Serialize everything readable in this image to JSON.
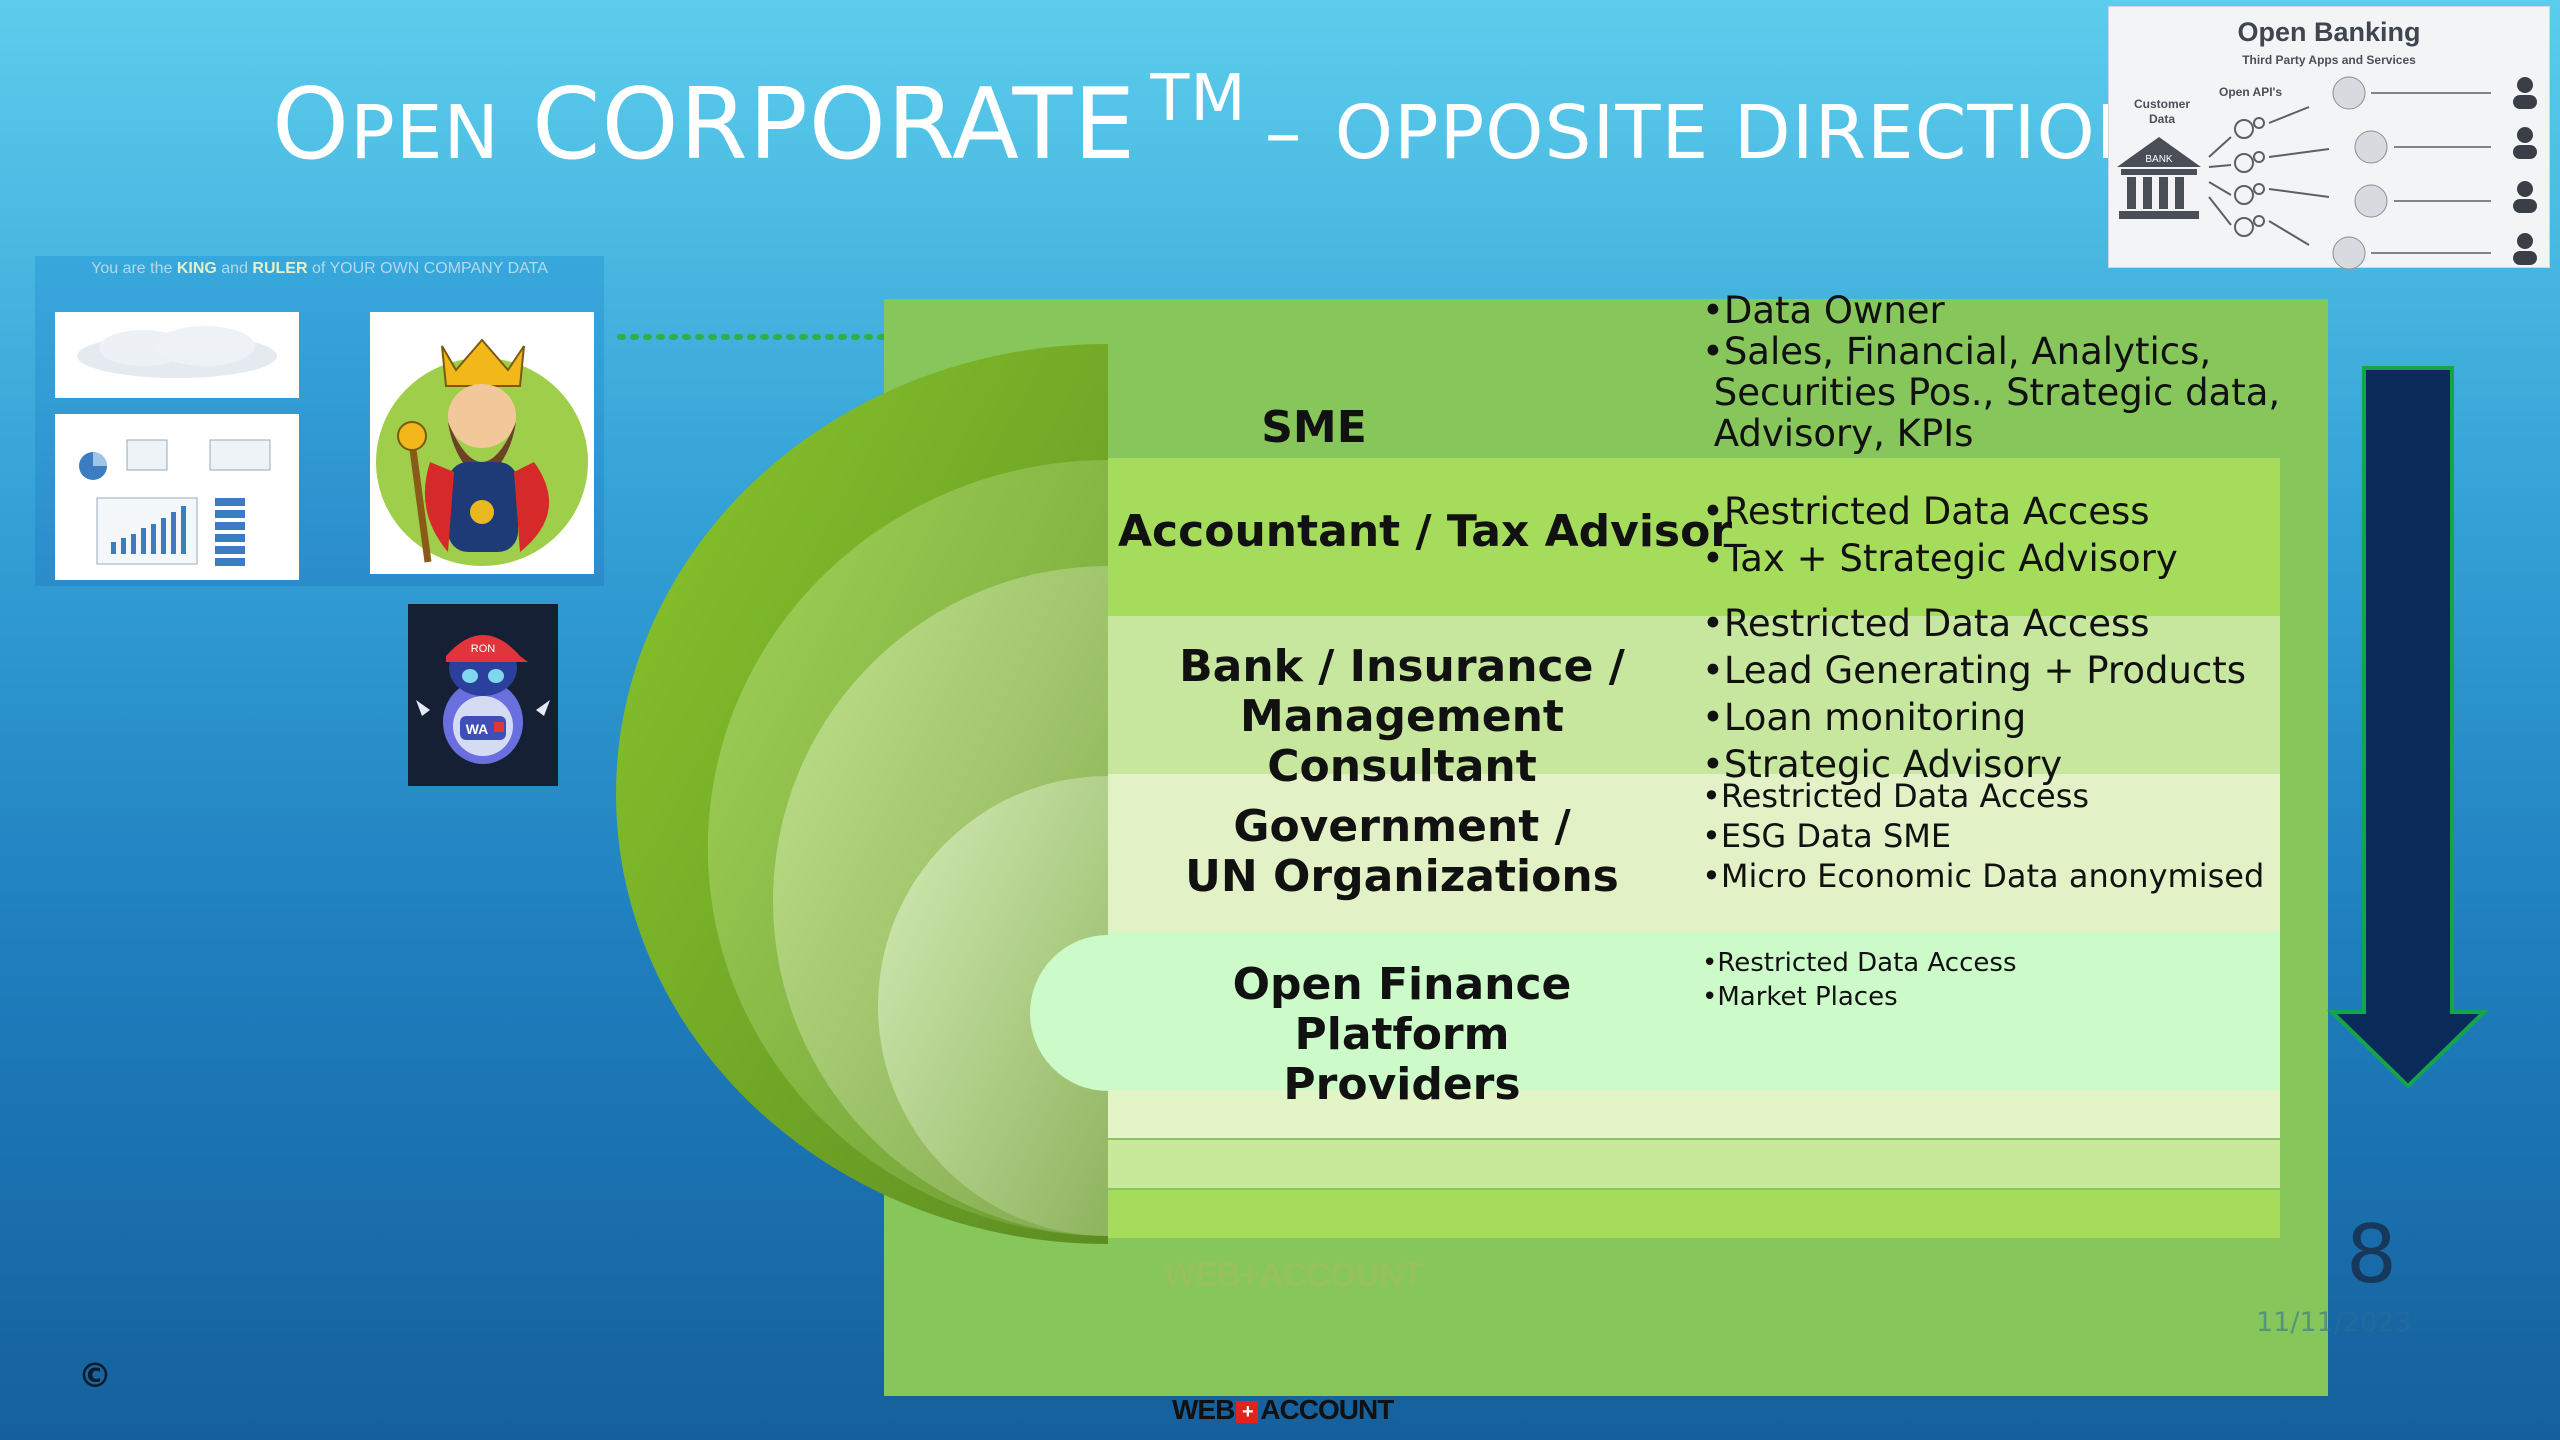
{
  "title": {
    "o": "O",
    "pen": "PEN",
    "corporate": "CORPORATE",
    "tm": "TM",
    "dash": "–",
    "opposite": "OPPOSITE DIRECTION"
  },
  "open_banking": {
    "title": "Open Banking",
    "subtitle": "Third Party Apps and Services",
    "customer_data": "Customer Data",
    "open_apis": "Open API's",
    "bank": "BANK"
  },
  "king_panel": {
    "caption_pre": "You are the ",
    "caption_king": "KING",
    "caption_and": " and ",
    "caption_ruler": "RULER",
    "caption_post": " of YOUR OWN COMPANY DATA"
  },
  "robot": {
    "cap": "RON",
    "badge": "WA"
  },
  "diagram": {
    "levels": [
      {
        "role": "SME",
        "bullets": [
          "•Data Owner",
          "•Sales, Financial, Analytics,",
          " Securities Pos., Strategic data,",
          " Advisory, KPIs"
        ]
      },
      {
        "role": "Accountant / Tax Advisor",
        "bullets": [
          "•Restricted Data Access",
          "•Tax + Strategic Advisory"
        ]
      },
      {
        "role_line1": "Bank / Insurance /",
        "role_line2": "Management Consultant",
        "bullets": [
          "•Restricted Data Access",
          "•Lead Generating + Products",
          "•Loan monitoring",
          "•Strategic Advisory"
        ]
      },
      {
        "role_line1": "Government /",
        "role_line2": "UN Organizations",
        "bullets": [
          "•Restricted Data Access",
          "•ESG Data SME",
          "•Micro Economic Data anonymised"
        ]
      },
      {
        "role_line1": "Open Finance Platform",
        "role_line2": "Providers",
        "bullets": [
          "•Restricted Data Access",
          "•Market Places"
        ]
      }
    ],
    "colors": {
      "bg": "#86c65a",
      "band_sme": "#86c65a",
      "band_accountant": "#a6dc5c",
      "band_bank": "#c7e79f",
      "band_gov": "#e2f2c6",
      "band_openfin": "#ccfbc9",
      "arrow": "#0a2a5a",
      "arrow_outline": "#13a54a"
    }
  },
  "footer": {
    "page_number": "8",
    "date": "11/11/2023",
    "copyright": "©",
    "brand_left": "WEB",
    "brand_plus": "+",
    "brand_right": "ACCOUNT"
  }
}
